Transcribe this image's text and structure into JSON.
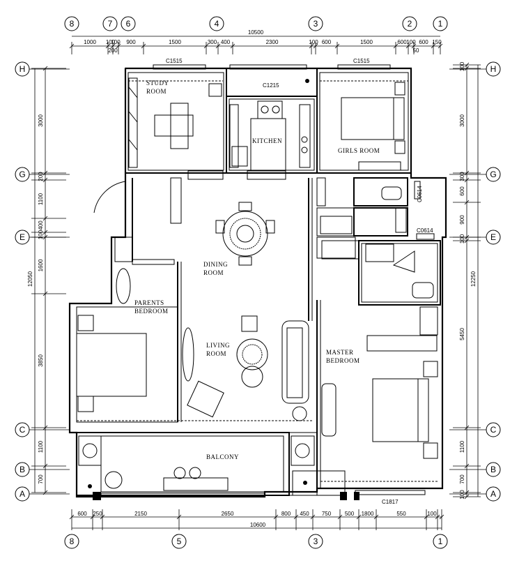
{
  "rooms": {
    "study": [
      "STUDY",
      "ROOM"
    ],
    "kitchen": [
      "KITCHEN"
    ],
    "girls": [
      "GIRLS  ROOM"
    ],
    "dining": [
      "DINING",
      "ROOM"
    ],
    "parents": [
      "PARENTS",
      "BEDROOM"
    ],
    "living": [
      "LIVING",
      "ROOM"
    ],
    "master": [
      "MASTER",
      "BEDROOM"
    ],
    "balcony": [
      "BALCONY"
    ]
  },
  "windows": {
    "study_win": "C1515",
    "kitchen_win": "C1215",
    "girls_win": "C1515",
    "bath_win": "C0614",
    "master_bath_win": "C0614",
    "master_win": "C1817"
  },
  "axes": {
    "top": [
      "8",
      "7",
      "6",
      "4",
      "3",
      "2",
      "1"
    ],
    "bottom": [
      "8",
      "5",
      "3",
      "1"
    ],
    "left": [
      "H",
      "G",
      "E",
      "C",
      "B",
      "A"
    ],
    "right": [
      "H",
      "G",
      "E",
      "C",
      "B",
      "A"
    ]
  },
  "dims": {
    "top_total": "10500",
    "top_segments": [
      "1000",
      "100",
      "100",
      "900",
      "1500",
      "300",
      "400",
      "2300",
      "100",
      "600",
      "1500",
      "600",
      "100",
      "600",
      "150"
    ],
    "top_sub": [
      "200",
      "50"
    ],
    "bottom_total": "10600",
    "bottom_segments": [
      "600",
      "250",
      "2150",
      "2650",
      "800",
      "450",
      "750",
      "500",
      "1800",
      "550",
      "100"
    ],
    "left_total": "12050",
    "left_segments": [
      "3000",
      "200",
      "1100",
      "400",
      "100",
      "1600",
      "3850",
      "1100",
      "700"
    ],
    "right_total": "12250",
    "right_segments": [
      "100",
      "3000",
      "300",
      "600",
      "900",
      "100",
      "5450",
      "1100",
      "700",
      "100"
    ]
  }
}
